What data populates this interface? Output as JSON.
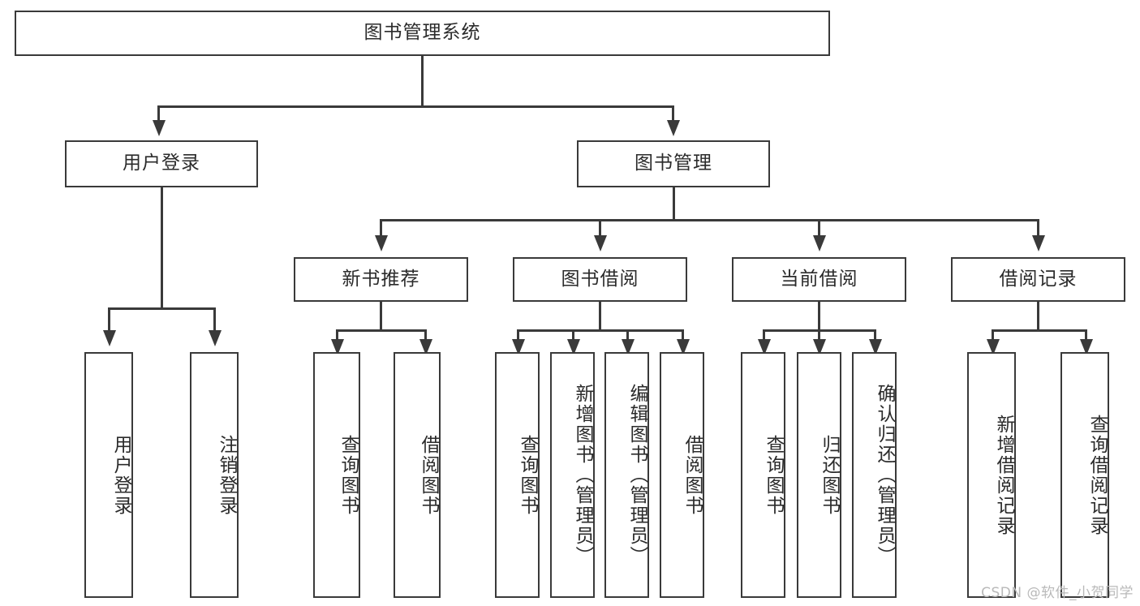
{
  "diagram": {
    "title": "图书管理系统",
    "watermark": "CSDN @软件_小贺同学",
    "root": {
      "label": "图书管理系统"
    },
    "level1": [
      {
        "label": "用户登录"
      },
      {
        "label": "图书管理"
      }
    ],
    "level2": [
      {
        "label": "新书推荐"
      },
      {
        "label": "图书借阅"
      },
      {
        "label": "当前借阅"
      },
      {
        "label": "借阅记录"
      }
    ],
    "leaves": {
      "user_login": [
        {
          "label": "用户登录"
        },
        {
          "label": "注销登录"
        }
      ],
      "new_book_recommend": [
        {
          "label": "查询图书"
        },
        {
          "label": "借阅图书"
        }
      ],
      "book_borrow": [
        {
          "label": "查询图书"
        },
        {
          "label": "新增图书（管理员）"
        },
        {
          "label": "编辑图书（管理员）"
        },
        {
          "label": "借阅图书"
        }
      ],
      "current_borrow": [
        {
          "label": "查询图书"
        },
        {
          "label": "归还图书"
        },
        {
          "label": "确认归还（管理员）"
        }
      ],
      "borrow_record": [
        {
          "label": "新增借阅记录"
        },
        {
          "label": "查询借阅记录"
        }
      ]
    },
    "colors": {
      "stroke": "#3a3a3a",
      "text": "#2b2b2b",
      "background": "#ffffff",
      "watermark": "#b9b9b9"
    }
  }
}
